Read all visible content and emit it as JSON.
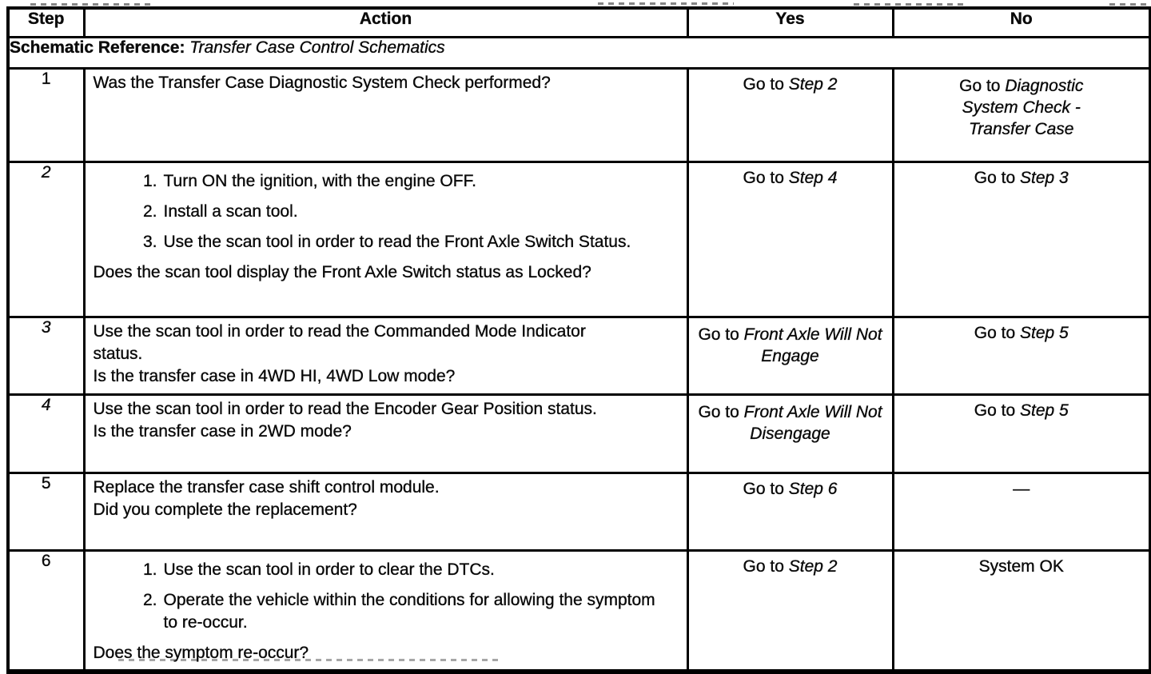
{
  "table": {
    "headers": {
      "step": "Step",
      "action": "Action",
      "yes": "Yes",
      "no": "No"
    },
    "schematic": {
      "label": "Schematic Reference:",
      "value": "Transfer Case Control Schematics"
    },
    "rows": [
      {
        "step": "1",
        "step_italic": false,
        "height": 117,
        "action": {
          "intro": "Was the Transfer Case Diagnostic System Check performed?",
          "list": [],
          "question": ""
        },
        "yes": {
          "pre": "Go to ",
          "em": "Step 2",
          "align": "bottom",
          "narrow": false
        },
        "no": {
          "pre": "Go to ",
          "em": "Diagnostic System Check - Transfer Case",
          "align": "top",
          "narrow": true
        }
      },
      {
        "step": "2",
        "step_italic": true,
        "height": 194,
        "action": {
          "intro": "",
          "list": [
            "Turn ON the ignition, with the engine OFF.",
            "Install a scan tool.",
            "Use the scan tool in order to read the Front Axle Switch Status."
          ],
          "question": "Does the scan tool display the Front Axle Switch status as Locked?"
        },
        "yes": {
          "pre": "Go to ",
          "em": "Step 4",
          "align": "bottom",
          "narrow": false
        },
        "no": {
          "pre": "Go to ",
          "em": "Step 3",
          "align": "bottom",
          "narrow": false
        }
      },
      {
        "step": "3",
        "step_italic": true,
        "height": 97,
        "action": {
          "intro": "Use the scan tool in order to read the Commanded Mode Indicator status.",
          "list": [],
          "question": "Is the transfer case in 4WD HI, 4WD Low mode?"
        },
        "yes": {
          "pre": "Go to ",
          "em": "Front Axle Will Not Engage",
          "align": "top",
          "narrow": false
        },
        "no": {
          "pre": "Go to ",
          "em": "Step 5",
          "align": "bottom",
          "narrow": false
        }
      },
      {
        "step": "4",
        "step_italic": true,
        "height": 98,
        "action": {
          "intro": "Use the scan tool in order to read the Encoder Gear Position status.",
          "list": [],
          "question": "Is the transfer case in 2WD mode?"
        },
        "yes": {
          "pre": "Go to ",
          "em": "Front Axle Will Not Disengage",
          "align": "top",
          "narrow": false
        },
        "no": {
          "pre": "Go to ",
          "em": "Step 5",
          "align": "bottom",
          "narrow": false
        }
      },
      {
        "step": "5",
        "step_italic": false,
        "height": 97,
        "action": {
          "intro": "Replace the transfer case shift control module.",
          "list": [],
          "question": "Did you complete the replacement?"
        },
        "yes": {
          "pre": "Go to ",
          "em": "Step 6",
          "align": "bottom",
          "narrow": false
        },
        "no": {
          "pre": "—",
          "em": "",
          "align": "center",
          "narrow": false
        }
      },
      {
        "step": "6",
        "step_italic": false,
        "height": 136,
        "action": {
          "intro": "",
          "list": [
            "Use the scan tool in order to clear the DTCs.",
            "Operate the vehicle within the conditions for allowing the symptom to re-occur."
          ],
          "question": "Does the symptom re-occur?"
        },
        "yes": {
          "pre": "Go to ",
          "em": "Step 2",
          "align": "bottom",
          "narrow": false
        },
        "no": {
          "pre": "System OK",
          "em": "",
          "align": "bottom",
          "narrow": false
        }
      }
    ]
  },
  "colors": {
    "ink": "#0a0a0a",
    "paper": "#ffffff"
  }
}
